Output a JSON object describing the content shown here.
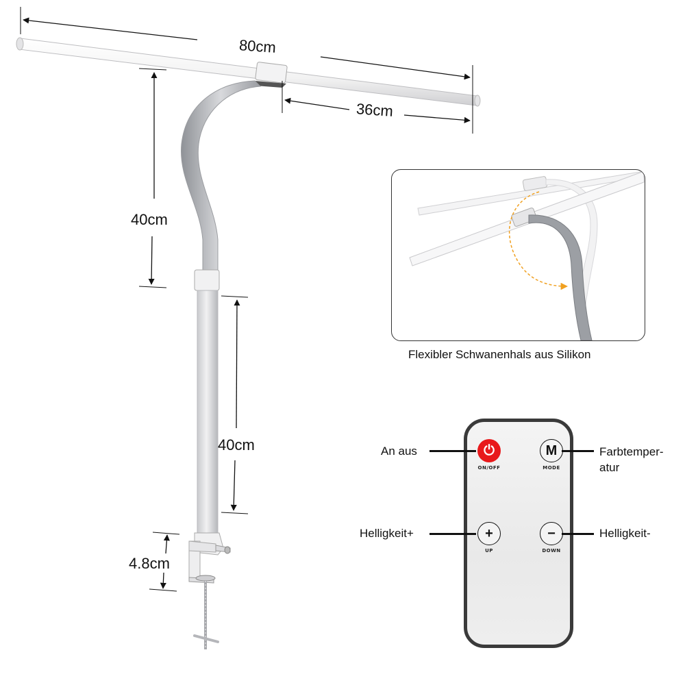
{
  "dimensions": {
    "total_width": "80cm",
    "half_width": "36cm",
    "upper_arm": "40cm",
    "lower_arm": "40cm",
    "clamp_height": "4.8cm"
  },
  "inset": {
    "caption": "Flexibler Schwanenhals aus Silikon",
    "arrow_color": "#f0a020"
  },
  "remote": {
    "buttons": [
      {
        "id": "power",
        "glyph": "⏻",
        "label": "ON/OFF",
        "callout": "An aus",
        "color": "#e8191b"
      },
      {
        "id": "mode",
        "glyph": "M",
        "label": "MODE",
        "callout_line1": "Farbtemper-",
        "callout_line2": "atur"
      },
      {
        "id": "up",
        "glyph": "+",
        "label": "UP",
        "callout": "Helligkeit+"
      },
      {
        "id": "down",
        "glyph": "−",
        "label": "DOWN",
        "callout": "Helligkeit-"
      }
    ],
    "body_color": "#eeeeee",
    "border_color": "#3a3a3a"
  }
}
